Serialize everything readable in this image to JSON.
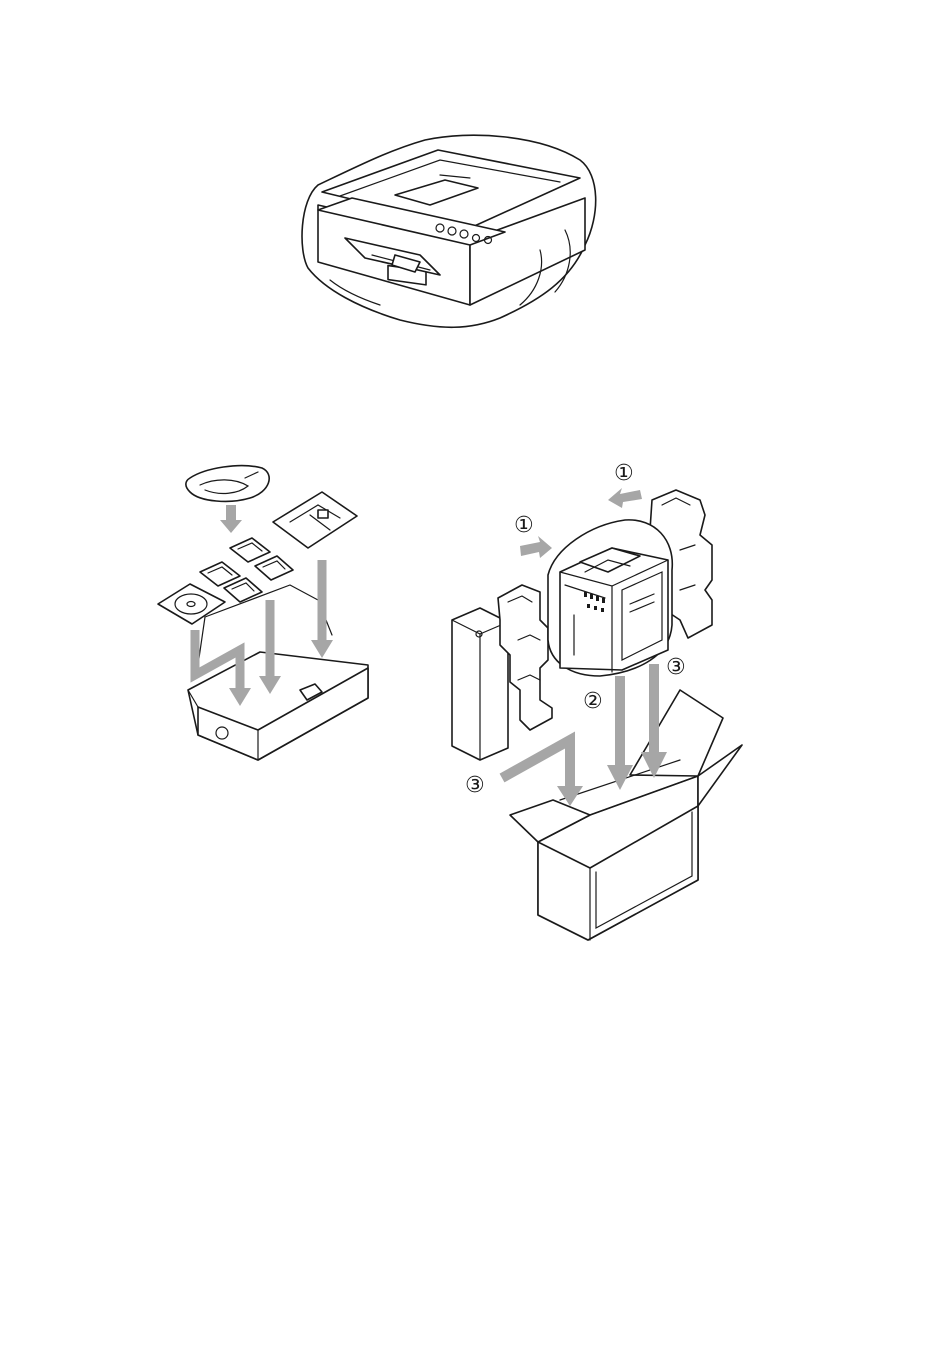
{
  "steps": {
    "remove_cushions": "①",
    "insert_printer": "②",
    "insert_parts": "③"
  },
  "colors": {
    "line": "#1a1a1a",
    "arrow": "#a6a6a6",
    "background": "#ffffff"
  }
}
